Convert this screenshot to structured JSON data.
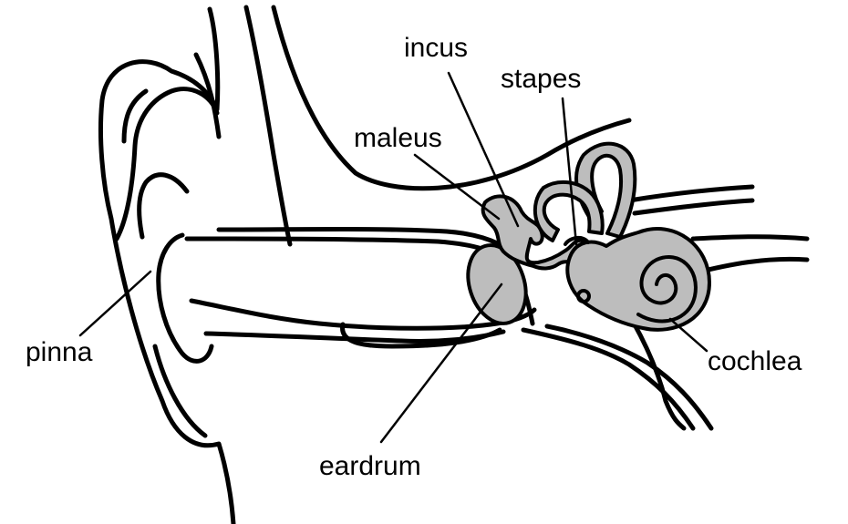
{
  "diagram": {
    "colors": {
      "stroke": "#000000",
      "bone_fill": "#bdbdbd",
      "background": "#ffffff"
    },
    "labels": {
      "incus": "incus",
      "stapes": "stapes",
      "maleus": "maleus",
      "pinna": "pinna",
      "cochlea": "cochlea",
      "eardrum": "eardrum"
    }
  }
}
